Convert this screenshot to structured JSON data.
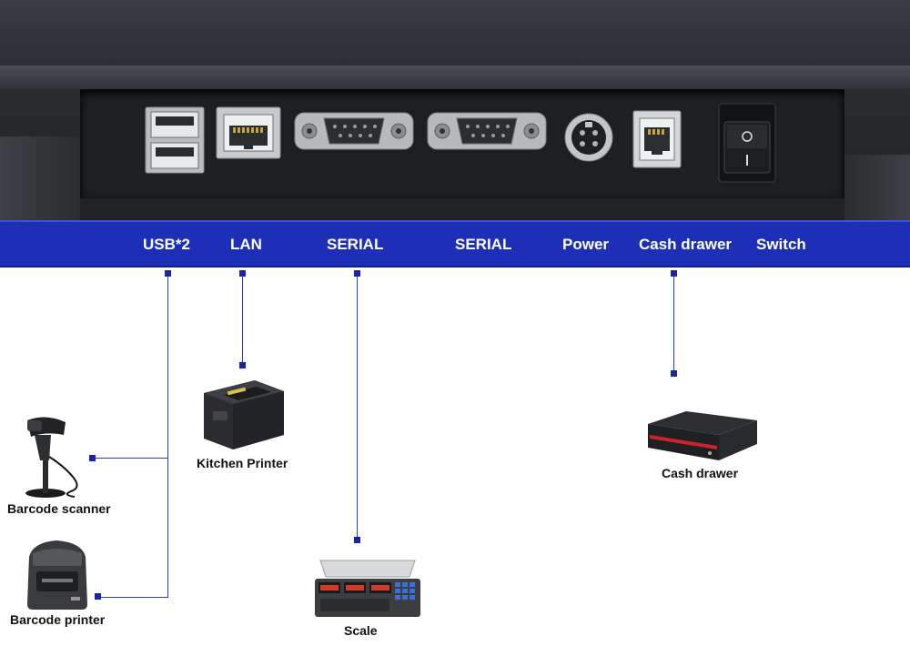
{
  "ports": {
    "usb": "USB*2",
    "lan": "LAN",
    "serial_1": "SERIAL",
    "serial_2": "SERIAL",
    "power": "Power",
    "cash_drawer": "Cash drawer",
    "switch": "Switch"
  },
  "devices": {
    "barcode_scanner": "Barcode scanner",
    "barcode_printer": "Barcode printer",
    "kitchen_printer": "Kitchen Printer",
    "scale": "Scale",
    "cash_drawer": "Cash drawer"
  },
  "colors": {
    "bar": "#1e2fb7",
    "connector": "#2a3bb8",
    "panel": "#26292c"
  },
  "icons": [
    "usb-port-icon",
    "lan-port-icon",
    "serial-port-icon",
    "power-port-icon",
    "rj11-port-icon",
    "rocker-switch-icon",
    "barcode-scanner-icon",
    "thermal-printer-icon",
    "label-printer-icon",
    "weighing-scale-icon",
    "cash-drawer-icon"
  ]
}
